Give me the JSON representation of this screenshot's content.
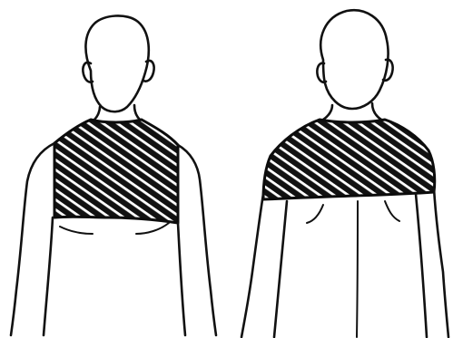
{
  "figure": {
    "panels": [
      {
        "view": "front"
      },
      {
        "view": "back"
      }
    ],
    "shaded_region": {
      "fill_color": "#111111",
      "pattern": "diagonal-hatching"
    },
    "line_color": "#111111",
    "background_color": "#ffffff"
  }
}
